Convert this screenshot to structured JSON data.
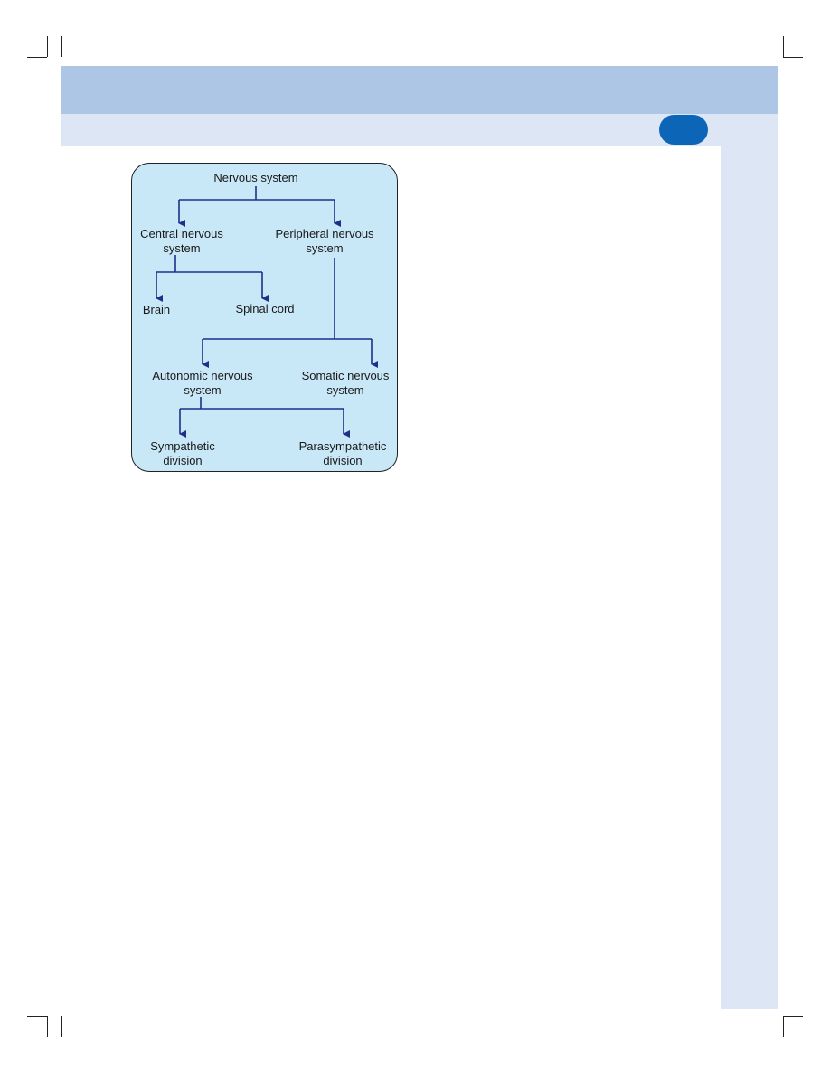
{
  "colors": {
    "header_band": "#adc6e6",
    "subheader_band": "#dde6f4",
    "page_badge": "#0d65b8",
    "diagram_fill": "#c8e7f7",
    "connector": "#1f2f8a"
  },
  "diagram": {
    "root": "Nervous system",
    "cns": "Central nervous\nsystem",
    "pns": "Peripheral nervous\nsystem",
    "brain": "Brain",
    "spinal_cord": "Spinal cord",
    "ans": "Autonomic nervous\nsystem",
    "sns": "Somatic nervous\nsystem",
    "sympathetic": "Sympathetic\ndivision",
    "parasympathetic": "Parasympathetic\ndivision"
  }
}
